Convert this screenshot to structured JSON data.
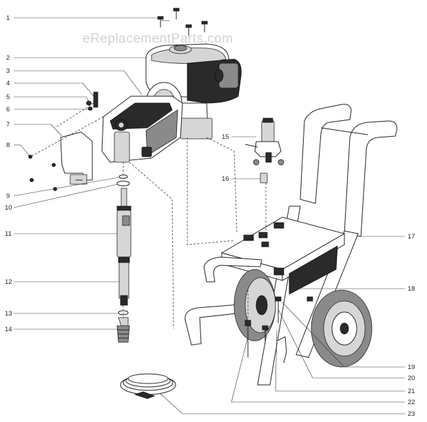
{
  "watermark": "eReplacementParts.com",
  "callouts": [
    "1",
    "2",
    "3",
    "4",
    "5",
    "6",
    "7",
    "8",
    "9",
    "10",
    "11",
    "12",
    "13",
    "14",
    "15",
    "16",
    "17",
    "18",
    "19",
    "20",
    "21",
    "22",
    "23"
  ]
}
